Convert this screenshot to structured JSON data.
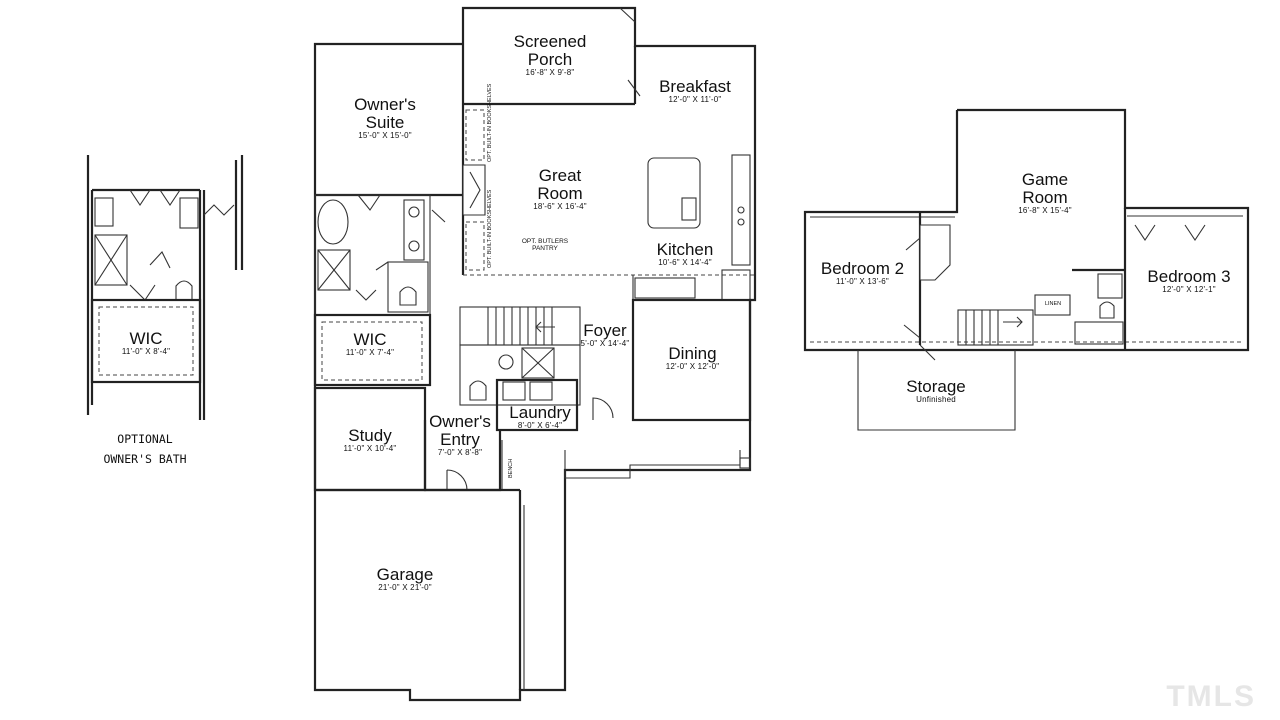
{
  "rooms": {
    "screened_porch": {
      "name_line1": "Screened",
      "name_line2": "Porch",
      "dim": "16'-8\" X 9'-8\""
    },
    "breakfast": {
      "name": "Breakfast",
      "dim": "12'-0\" X 11'-0\""
    },
    "owners_suite": {
      "name_line1": "Owner's",
      "name_line2": "Suite",
      "dim": "15'-0\" X 15'-0\""
    },
    "great_room": {
      "name_line1": "Great",
      "name_line2": "Room",
      "dim": "18'-6\" X 16'-4\""
    },
    "kitchen": {
      "name": "Kitchen",
      "dim": "10'-6\" X 14'-4\""
    },
    "wic_main": {
      "name": "WIC",
      "dim": "11'-0\" X 7'-4\""
    },
    "foyer": {
      "name": "Foyer",
      "dim": "5'-0\" X 14'-4\""
    },
    "dining": {
      "name": "Dining",
      "dim": "12'-0\" X 12'-0\""
    },
    "laundry": {
      "name": "Laundry",
      "dim": "8'-0\" X 6'-4\""
    },
    "owners_entry": {
      "name_line1": "Owner's",
      "name_line2": "Entry",
      "dim": "7'-0\" X 8'-8\""
    },
    "study": {
      "name": "Study",
      "dim": "11'-0\" X 10'-4\""
    },
    "garage": {
      "name": "Garage",
      "dim": "21'-0\" X 21'-0\""
    },
    "wic_optional": {
      "name": "WIC",
      "dim": "11'-0\" X 8'-4\""
    },
    "game_room": {
      "name_line1": "Game",
      "name_line2": "Room",
      "dim": "16'-8\" X 15'-4\""
    },
    "bedroom2": {
      "name": "Bedroom 2",
      "dim": "11'-0\" X 13'-6\""
    },
    "bedroom3": {
      "name": "Bedroom 3",
      "dim": "12'-0\" X 12'-1\""
    },
    "storage": {
      "name": "Storage",
      "dim": "Unfinished"
    }
  },
  "notes": {
    "bookshelves_top": "OPT. BUILT-IN BOOKSHELVES",
    "bookshelves_bottom": "OPT. BUILT-IN BOOKSHELVES",
    "butlers_pantry_line1": "OPT. BUTLERS",
    "butlers_pantry_line2": "PANTRY",
    "bench": "BENCH",
    "linen": "LINEN"
  },
  "caption": {
    "line1": "OPTIONAL",
    "line2": "OWNER'S BATH"
  },
  "watermark": "TMLS"
}
